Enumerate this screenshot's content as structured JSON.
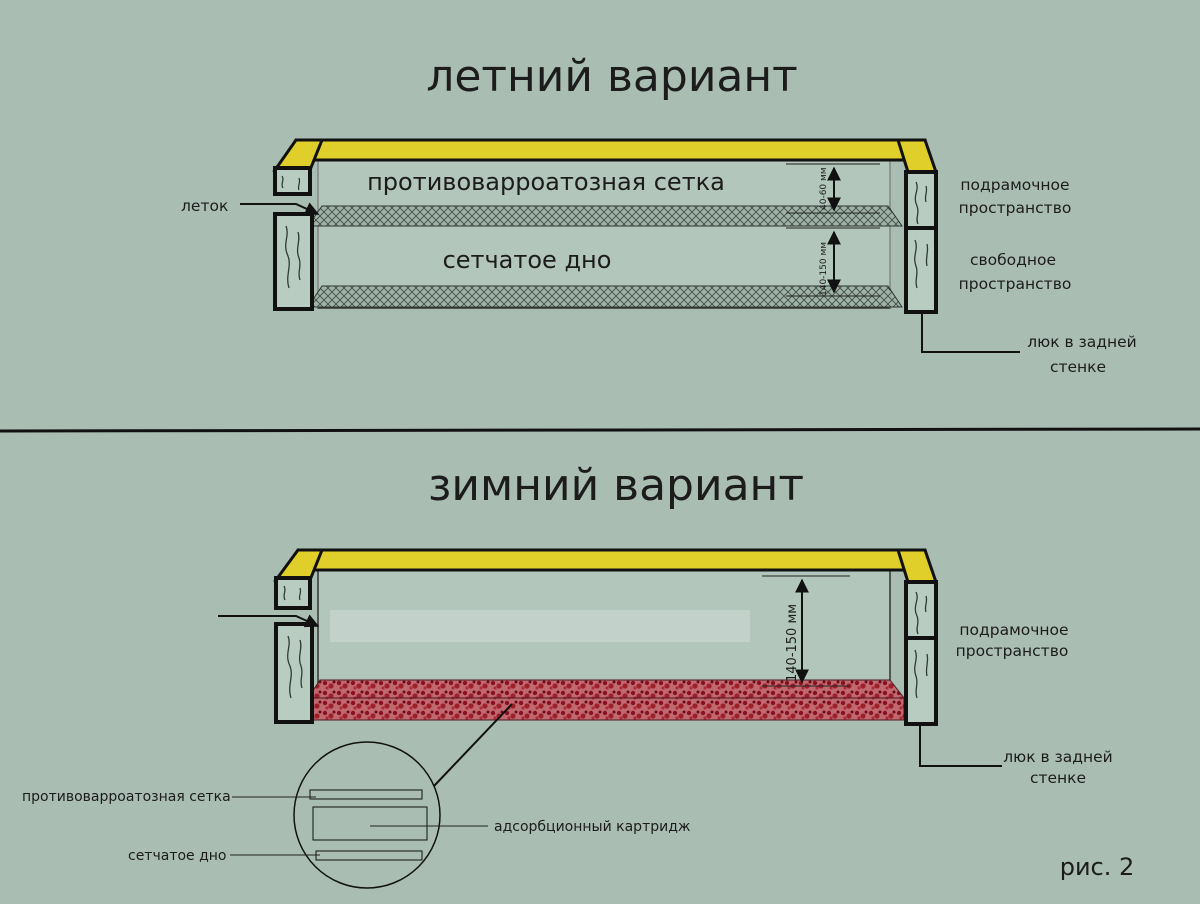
{
  "summer": {
    "title": "летний вариант",
    "mesh_label": "противоварроатозная сетка",
    "bottom_label": "сетчатое дно",
    "entrance_label": "леток",
    "frame_space_label": [
      "подрамочное",
      "пространство"
    ],
    "free_space_label": [
      "свободное",
      "пространство"
    ],
    "hatch_label": [
      "люк в задней",
      "стенке"
    ],
    "dim_upper": "40-60 мм",
    "dim_lower": "140-150 мм"
  },
  "winter": {
    "title": "зимний вариант",
    "frame_space_label": [
      "подрамочное",
      "пространство"
    ],
    "hatch_label": [
      "люк в задней",
      "стенке"
    ],
    "dim": "140-150 мм",
    "inset": {
      "mesh_label": "противоварроатозная сетка",
      "cartridge_label": "адсорбционный картридж",
      "bottom_label": "сетчатое дно"
    }
  },
  "figure_label": "рис. 2",
  "colors": {
    "background": "#a9bdb3",
    "lid": "#e0cf2a",
    "absorbent": "#9c1f2a",
    "outline": "#111111"
  }
}
